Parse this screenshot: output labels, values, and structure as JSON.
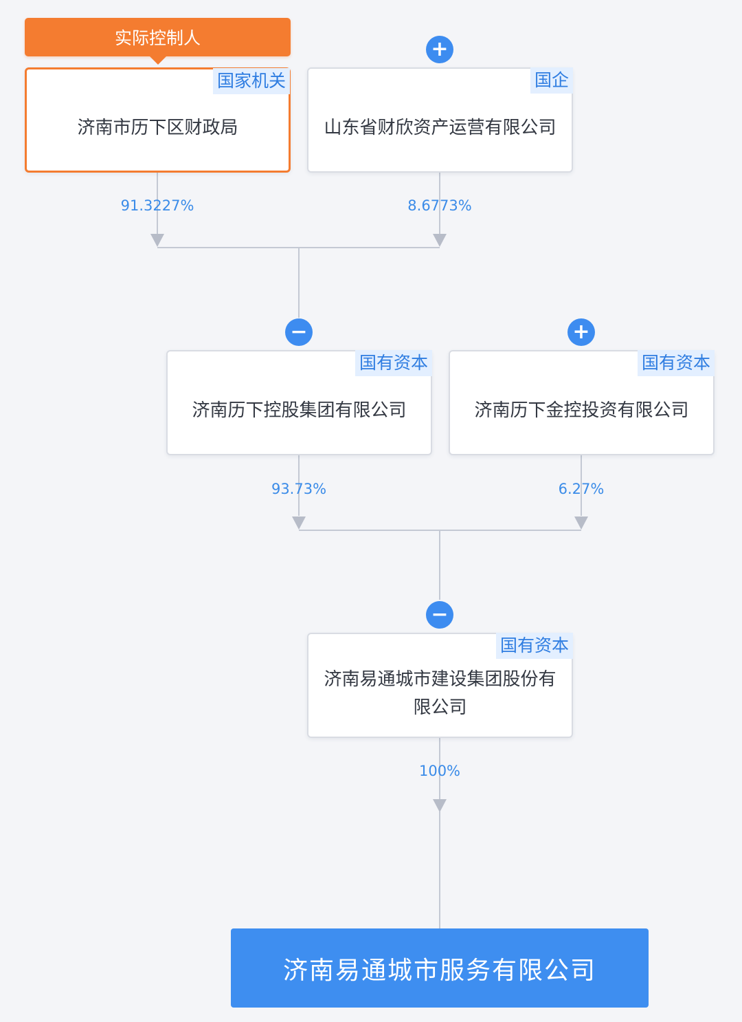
{
  "controller_label": "实际控制人",
  "nodes": {
    "finance_bureau": {
      "name": "济南市历下区财政局",
      "tag": "国家机关"
    },
    "caixin_asset": {
      "name": "山东省财欣资产运营有限公司",
      "tag": "国企"
    },
    "lixia_holding": {
      "name": "济南历下控股集团有限公司",
      "tag": "国有资本"
    },
    "lixia_jinkong": {
      "name": "济南历下金控投资有限公司",
      "tag": "国有资本"
    },
    "yitong_construction": {
      "name": "济南易通城市建设集团股份有限公司",
      "tag": "国有资本"
    },
    "target": {
      "name": "济南易通城市服务有限公司"
    }
  },
  "shares": {
    "finance_bureau_to_lixia_holding": "91.3227%",
    "caixin_asset_to_lixia_holding": "8.6773%",
    "lixia_holding_to_yitong_construction": "93.73%",
    "lixia_jinkong_to_yitong_construction": "6.27%",
    "yitong_construction_to_target": "100%"
  },
  "toggles": {
    "caixin_asset": "+",
    "lixia_holding": "−",
    "lixia_jinkong": "+",
    "yitong_construction": "−"
  },
  "colors": {
    "accent_blue": "#3e8ef0",
    "controller_orange": "#f47c30",
    "tag_bg": "#e3efff",
    "tag_text": "#2f7de1",
    "connector": "#c4c9d4"
  }
}
